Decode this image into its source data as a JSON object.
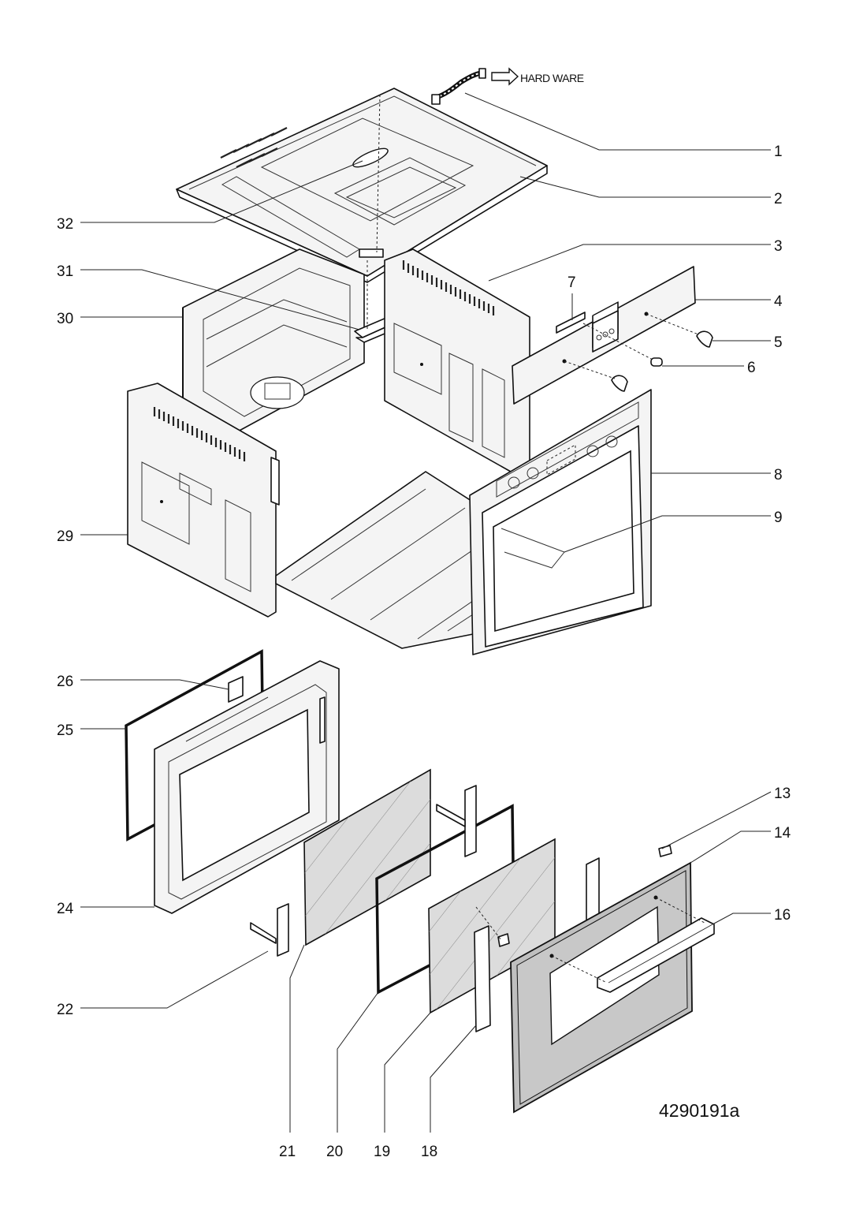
{
  "hardware_label": "HARD WARE",
  "doc_number": "4290191a",
  "callouts": [
    {
      "id": "c1",
      "text": "1"
    },
    {
      "id": "c2",
      "text": "2"
    },
    {
      "id": "c3",
      "text": "3"
    },
    {
      "id": "c4",
      "text": "4"
    },
    {
      "id": "c5",
      "text": "5"
    },
    {
      "id": "c6",
      "text": "6"
    },
    {
      "id": "c7",
      "text": "7"
    },
    {
      "id": "c8",
      "text": "8"
    },
    {
      "id": "c9",
      "text": "9"
    },
    {
      "id": "c13",
      "text": "13"
    },
    {
      "id": "c14",
      "text": "14"
    },
    {
      "id": "c16",
      "text": "16"
    },
    {
      "id": "c18",
      "text": "18"
    },
    {
      "id": "c19",
      "text": "19"
    },
    {
      "id": "c20",
      "text": "20"
    },
    {
      "id": "c21",
      "text": "21"
    },
    {
      "id": "c22",
      "text": "22"
    },
    {
      "id": "c24",
      "text": "24"
    },
    {
      "id": "c25",
      "text": "25"
    },
    {
      "id": "c26",
      "text": "26"
    },
    {
      "id": "c29",
      "text": "29"
    },
    {
      "id": "c30",
      "text": "30"
    },
    {
      "id": "c31",
      "text": "31"
    },
    {
      "id": "c32",
      "text": "32"
    }
  ]
}
